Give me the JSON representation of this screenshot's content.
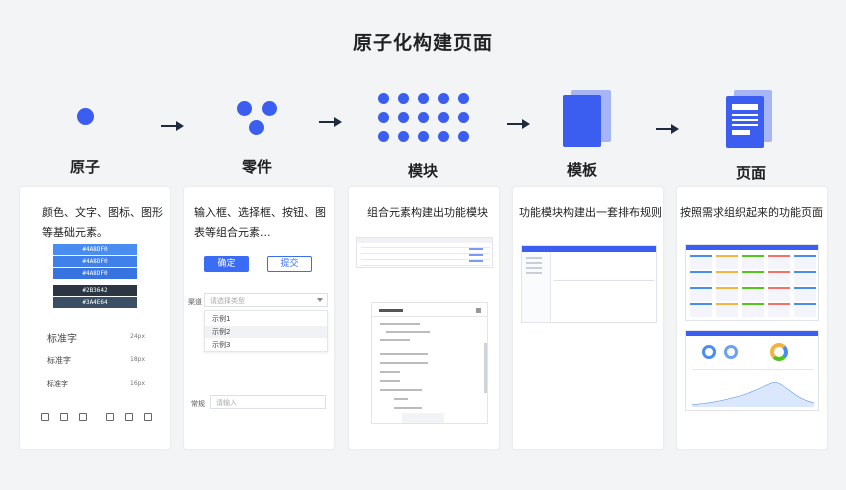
{
  "title": "原子化构建页面",
  "stages": [
    {
      "label": "原子",
      "description": "颜色、文字、图标、图形等基础元素。"
    },
    {
      "label": "零件",
      "description": "输入框、选择框、按钮、图表等组合元素..."
    },
    {
      "label": "模块",
      "description": "组合元素构建出功能模块"
    },
    {
      "label": "模板",
      "description": "功能模块构建出一套排布规则"
    },
    {
      "label": "页面",
      "description": "按照需求组织起来的功能页面"
    }
  ],
  "atom_card": {
    "swatches": [
      {
        "hex": "#4A8DF0",
        "color": "#4A8DF0"
      },
      {
        "hex": "#4A8DF0",
        "color": "#3f80ea"
      },
      {
        "hex": "#4A8DF0",
        "color": "#3874e0"
      },
      {
        "hex": "#2B3642",
        "color": "#2B3642"
      },
      {
        "hex": "#3A4E64",
        "color": "#3A4E64"
      }
    ],
    "type_samples": [
      {
        "text": "标准字",
        "size": "24px"
      },
      {
        "text": "标准字",
        "size": "18px"
      },
      {
        "text": "标准字",
        "size": "16px"
      }
    ],
    "icons": [
      "edit-icon",
      "calendar-icon",
      "clipboard-icon",
      "image-icon",
      "calendar-icon",
      "clipboard-icon"
    ]
  },
  "part_card": {
    "confirm_button": "确定",
    "submit_button": "提交",
    "select_label": "渠道",
    "select_placeholder": "请选择类型",
    "options": [
      "示例1",
      "示例2",
      "示例3"
    ],
    "input_label": "常规",
    "input_placeholder": "请输入"
  },
  "colors": {
    "accent": "#3b5ef0",
    "arrow": "#1f2a3d",
    "page_bg": "#f3f4f6",
    "card_bg": "#ffffff"
  }
}
